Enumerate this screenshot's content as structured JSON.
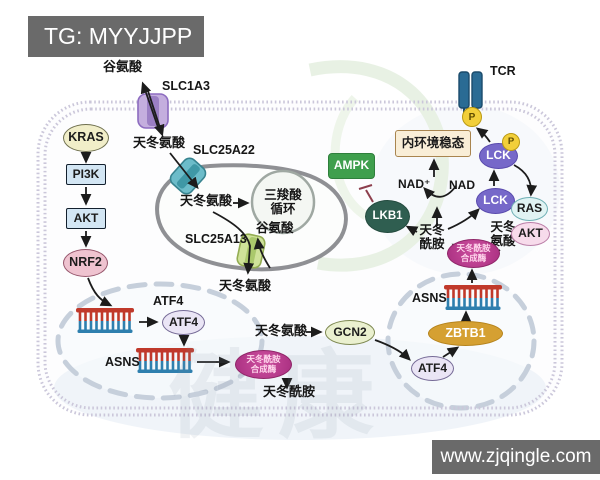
{
  "header": {
    "tag_label": "TG: MYYJJPP"
  },
  "footer": {
    "website": "www.zjqingle.com"
  },
  "watermark": "健康",
  "extracellular": {
    "glutamate": "谷氨酸"
  },
  "membrane": {
    "slc1a3": "SLC1A3",
    "tcr": "TCR"
  },
  "mito": {
    "slc25a22": "SLC25A22",
    "slc25a13": "SLC25A13",
    "aspartate_matrix": "天冬氨酸",
    "glutamate": "谷氨酸",
    "tca_line1": "三羧酸",
    "tca_line2": "循环"
  },
  "cascade": {
    "kras": "KRAS",
    "pi3k": "PI3K",
    "akt": "AKT",
    "nrf2": "NRF2"
  },
  "cytosol": {
    "aspartate_top": "天冬氨酸",
    "aspartate_below_mito": "天冬氨酸",
    "aspartate_mid": "天冬氨酸",
    "gcn2": "GCN2",
    "asparagine_bottom": "天冬酰胺",
    "asparagine_l1": "天冬",
    "asparagine_l2": "酰胺",
    "aspartate_l1": "天冬",
    "aspartate_l2": "氨酸",
    "nad_plus": "NAD⁺",
    "nad": "NAD",
    "lkb1": "LKB1",
    "ampk": "AMPK",
    "homeostasis": "内环境稳态",
    "lck": "LCK",
    "p": "P",
    "ras": "RAS",
    "akt": "AKT"
  },
  "nucleus_left": {
    "atf4_gene": "ATF4",
    "atf4_protein": "ATF4",
    "asns_gene": "ASNS",
    "synthase_l1": "天冬酰胺",
    "synthase_l2": "合成酶"
  },
  "nucleus_right": {
    "asns_gene": "ASNS",
    "zbtb1": "ZBTB1",
    "atf4_protein": "ATF4",
    "synthase_l1": "天冬酰胺",
    "synthase_l2": "合成酶"
  },
  "colors": {
    "membrane": "#cbc7da",
    "ampk_green": "#3f9f4d",
    "lkb1_green": "#2f5e50",
    "lck_purple": "#7668c9",
    "synthase_magenta": "#a82e80",
    "zbtb1_gold": "#d5a032",
    "homeostasis_tan": "#f9eed7",
    "dna_red": "#c0392b",
    "dna_blue": "#2e7fae",
    "phospho_yellow": "#f2cf3a",
    "tcr_blue": "#2a6b94",
    "label_box_gray": "#6a6a6a"
  }
}
